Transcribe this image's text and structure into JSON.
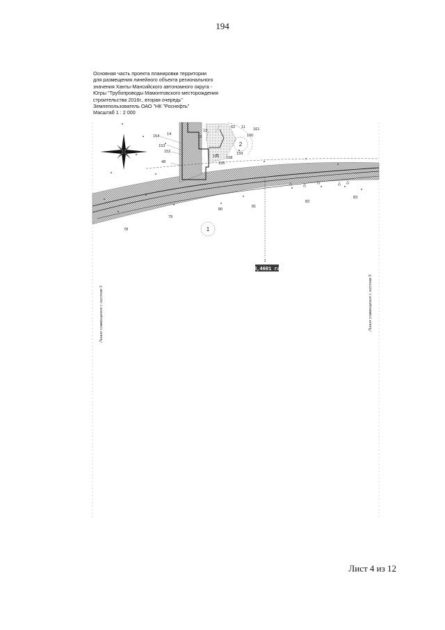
{
  "page_number": "194",
  "title_lines": [
    "Основная часть проекта планировки территории",
    "для размещения линейного объекта регионального",
    "значения Ханты-Мансийского автономного округа -",
    "Югры \"Трубопроводы Мамонтовского месторождения",
    "строительства 2016г., вторая очередь\"",
    "Землепользователь ОАО \"НК \"Роснефть\"",
    "Масштаб 1 : 2 000"
  ],
  "point_labels": [
    "62",
    "11",
    "161",
    "160",
    "13",
    "12",
    "14",
    "154",
    "153",
    "152",
    "48",
    "156",
    "158",
    "159",
    "155",
    "80",
    "81",
    "82",
    "83",
    "79",
    "78"
  ],
  "zone_numbers": [
    "2",
    "1"
  ],
  "area_callout": {
    "number": "1",
    "value": "8,4601 га"
  },
  "matchline_left": "Линия совмещения с листом 3",
  "matchline_right": "Линия совмещения с листом 5",
  "sheet_label": "Лист 4 из 12",
  "colors": {
    "hatch": "#8a8a8a",
    "line": "#222222",
    "area_bg": "#3a3a3a"
  },
  "icons": [
    "compass-rose-icon"
  ]
}
